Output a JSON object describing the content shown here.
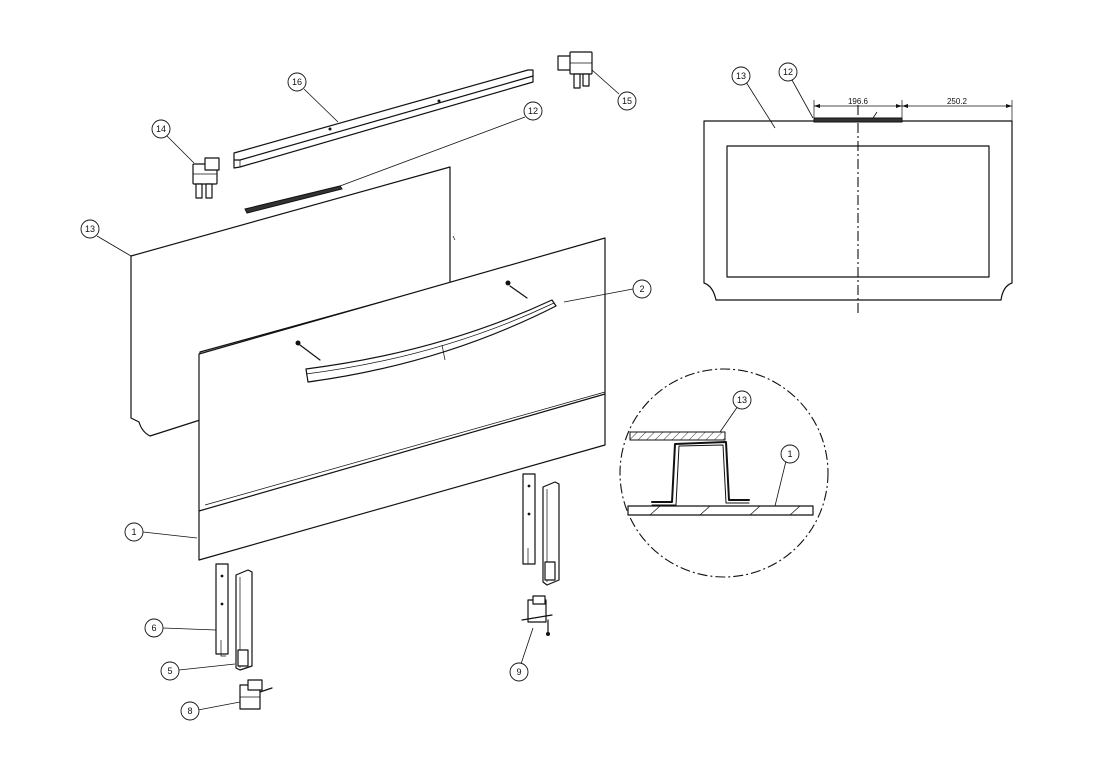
{
  "callouts": {
    "c1": "1",
    "c2": "2",
    "c5": "5",
    "c6": "6",
    "c8": "8",
    "c9": "9",
    "c12a": "12",
    "c13a": "13",
    "c14": "14",
    "c15": "15",
    "c16": "16",
    "c13b": "13",
    "c12b": "12",
    "c13c": "13",
    "c1b": "1"
  },
  "dimensions": {
    "d1": "196.6",
    "d2": "250.2"
  }
}
